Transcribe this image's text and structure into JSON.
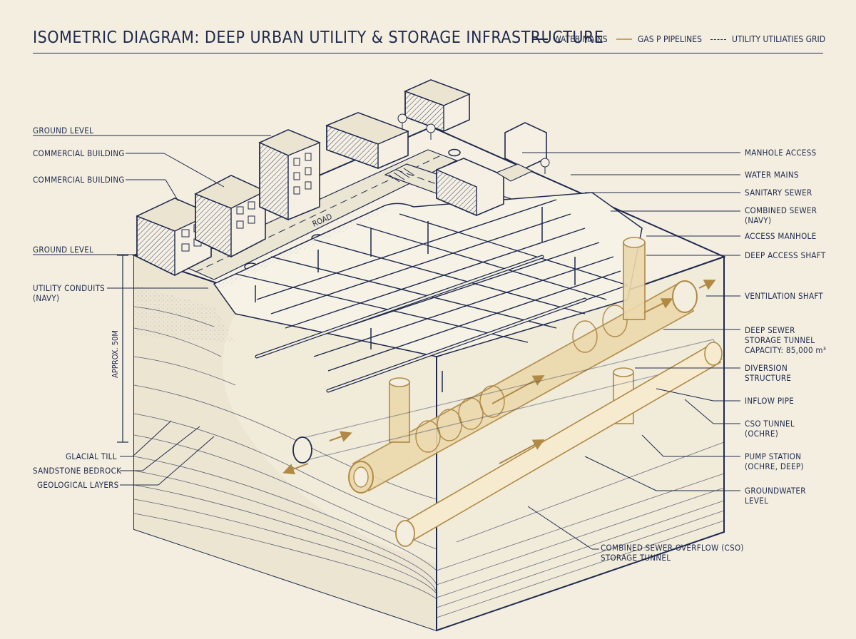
{
  "title": "ISOMETRIC DIAGRAM: DEEP URBAN UTILITY & STORAGE INFRASTRUCTURE",
  "legend": [
    {
      "label": "WATER MAINS",
      "style": "solid",
      "color": "#1f2a4e"
    },
    {
      "label": "GAS P PIPELINES",
      "style": "solid",
      "color": "#c9a45f"
    },
    {
      "label": "UTILITY UTILIATIES GRID",
      "style": "dashed",
      "color": "#1f2a4e"
    }
  ],
  "left_labels": {
    "ground_level_top": "GROUND LEVEL",
    "commercial_building_1": "COMMERCIAL BUILDING",
    "commercial_building_2": "COMMERCIAL BUILDING",
    "ground_level": "GROUND LEVEL",
    "utility_conduits": "UTILITY CONDUITS",
    "utility_conduits_sub": "(NAVY)",
    "glacial_till": "GLACIAL TILL",
    "sandstone_bedrock": "SANDSTONE BEDROCK",
    "geological_layers": "GEOLOGICAL LAYERS"
  },
  "right_labels": {
    "manhole_access": "MANHOLE ACCESS",
    "water_mains": "WATER MAINS",
    "sanitary_sewer": "SANITARY SEWER",
    "combined_sewer": "COMBINED SEWER",
    "combined_sewer_sub": "(NAVY)",
    "access_manhole": "ACCESS MANHOLE",
    "deep_access_shaft": "DEEP ACCESS SHAFT",
    "ventilation_shaft": "VENTILATION SHAFT",
    "deep_sewer_tunnel": "DEEP SEWER",
    "deep_sewer_tunnel_2": "STORAGE TUNNEL",
    "capacity": "CAPACITY: 85,000 m³",
    "diversion_structure": "DIVERSION",
    "diversion_structure_2": "STRUCTURE",
    "inflow_pipe": "INFLOW PIPE",
    "cso_tunnel": "CSO TUNNEL",
    "cso_tunnel_sub": "(OCHRE)",
    "pump_station": "PUMP STATION",
    "pump_station_sub": "(OCHRE, DEEP)",
    "groundwater_level": "GROUNDWATER",
    "groundwater_level_2": "LEVEL"
  },
  "bottom_label": {
    "line1": "COMBINED SEWER OVERFLOW (CSO)",
    "line2": "STORAGE TUNNEL"
  },
  "dimension": "APPROX. 50M",
  "road_label": "ROAD",
  "colors": {
    "background": "#f3eee0",
    "navy": "#1f2a4e",
    "ochre": "#c9a45f",
    "ochre_fill": "#ecd9ad"
  }
}
